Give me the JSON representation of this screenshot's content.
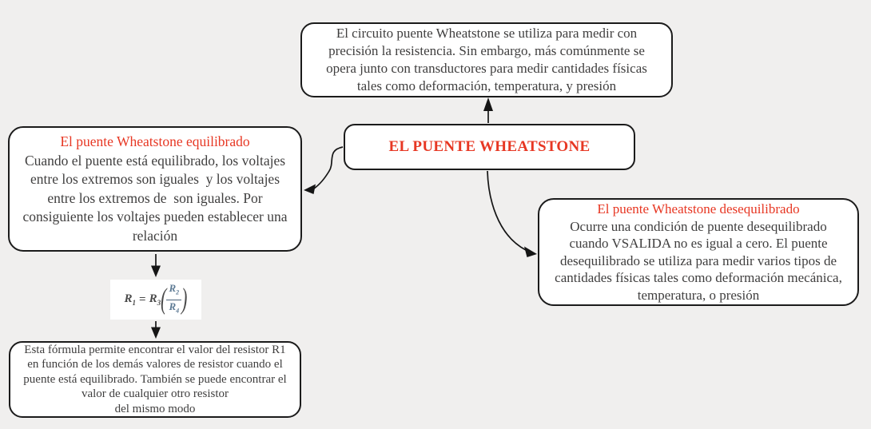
{
  "colors": {
    "background": "#f0efee",
    "box_fill": "#ffffff",
    "border": "#1b1b1b",
    "body_text": "#3f3e3e",
    "accent_red": "#e73723",
    "formula_fraction_blue": "#5d7a94"
  },
  "central_box": {
    "title": "EL PUENTE WHEATSTONE"
  },
  "top_box": {
    "lines": [
      "El circuito puente Wheatstone se utiliza para medir con",
      "precisión la resistencia. Sin embargo, más comúnmente se",
      "opera junto con transductores para medir cantidades físicas",
      "tales como deformación, temperatura, y presión"
    ]
  },
  "left_box": {
    "title": "El puente Wheatstone equilibrado",
    "lines": [
      "Cuando el puente está equilibrado, los voltajes",
      "entre los extremos son iguales  y los voltajes",
      "entre los extremos de  son iguales. Por",
      "consiguiente los voltajes pueden establecer una",
      "relación"
    ]
  },
  "right_box": {
    "title": "El puente Wheatstone desequilibrado",
    "lines": [
      "Ocurre una condición de puente desequilibrado",
      "cuando VSALIDA no es igual a cero. El puente",
      "desequilibrado se utiliza para medir varios tipos de",
      "cantidades físicas tales como deformación mecánica,",
      "temperatura, o presión"
    ]
  },
  "bottom_box": {
    "lines": [
      "Esta fórmula permite encontrar el valor del resistor R1",
      "en función de los demás valores de resistor cuando el",
      "puente está equilibrado. También se puede encontrar el",
      "valor de cualquier otro resistor",
      "del mismo modo"
    ]
  },
  "formula": {
    "expression": "R1 = R3(R2/R4)",
    "lhs": "R",
    "lhs_sub": "1",
    "equals": "=",
    "coef": "R",
    "coef_sub": "3",
    "numerator": "R",
    "numerator_sub": "2",
    "denominator": "R",
    "denominator_sub": "4"
  }
}
